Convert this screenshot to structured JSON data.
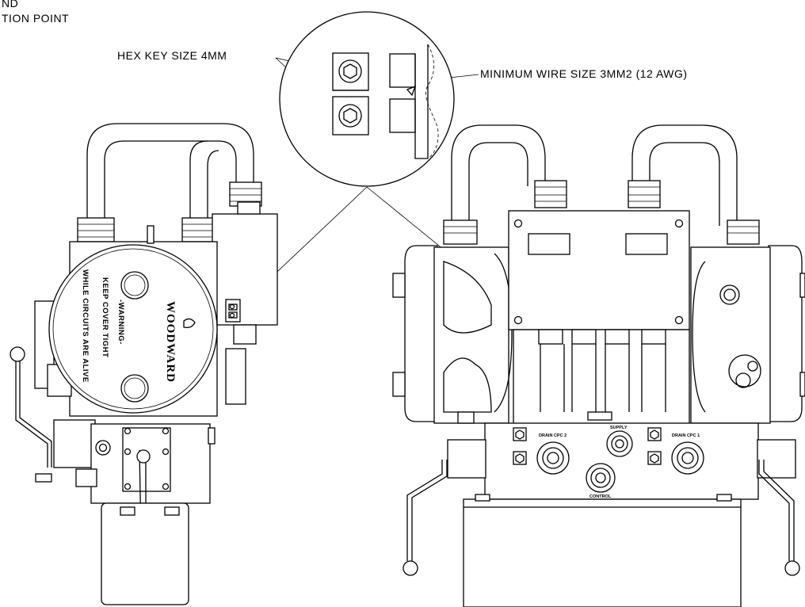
{
  "labels": {
    "ground_line1": "ND",
    "ground_line2": "TION POINT",
    "hex_key": "HEX KEY SIZE 4MM",
    "wire_size": "MINIMUM WIRE SIZE 3MM2 (12 AWG)"
  },
  "cover": {
    "brand": "WOODWARD",
    "warning_title": "-WARNING-",
    "warning_line1": "KEEP COVER TIGHT",
    "warning_line2": "WHILE CIRCUITS ARE ALIVE"
  },
  "ports": {
    "drain_2": "DRAIN CPC 2",
    "drain_1": "DRAIN CPC 1",
    "supply": "SUPPLY",
    "control": "CONTROL"
  }
}
